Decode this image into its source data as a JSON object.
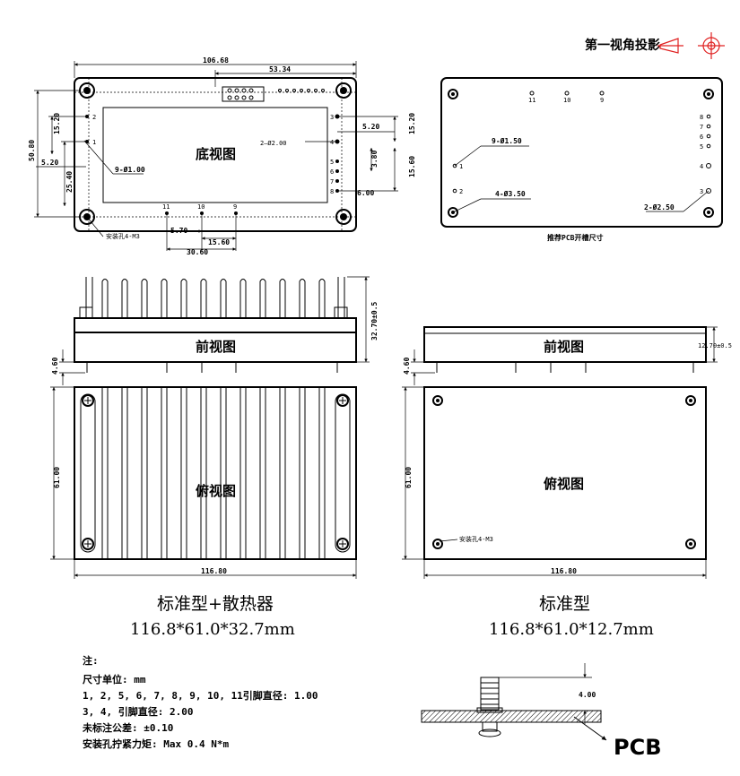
{
  "projection": {
    "label": "第一视角投影"
  },
  "bottom_view": {
    "title": "底视图",
    "dims": {
      "total_width": "106.68",
      "half_width": "53.34",
      "height": "50.80",
      "left_upper": "15.20",
      "left_mid": "5.20",
      "left_lower": "25.40",
      "pin_small": "5.70",
      "pin_mid": "15.60",
      "pin_wide": "30.60",
      "right_upper": "5.20",
      "right_upper2": "15.20",
      "right_mid": "3.80",
      "right_mid2": "15.60",
      "right_low": "6.00"
    },
    "labels": {
      "big_pins": "2—Ø2.00",
      "small_pins": "9-Ø1.00",
      "mount_hole": "安装孔4-M3"
    },
    "pins_left": [
      "1",
      "2"
    ],
    "pins_right": [
      "3",
      "4",
      "5",
      "6",
      "7",
      "8"
    ],
    "pins_bottom": [
      "11",
      "10",
      "9"
    ]
  },
  "pcb_layout": {
    "title": "推荐PCB开槽尺寸",
    "labels": {
      "small_holes": "9-Ø1.50",
      "mount_holes": "4-Ø3.50",
      "big_holes": "2-Ø2.50"
    },
    "top_pins": [
      "11",
      "10",
      "9"
    ],
    "right_pins": [
      "8",
      "7",
      "6",
      "5",
      "4",
      "3"
    ],
    "left_pins": [
      "1",
      "2"
    ]
  },
  "front_view_heatsink": {
    "title": "前视图",
    "height": "32.70±0.5",
    "pin_len": "4.60"
  },
  "front_view_standard": {
    "title": "前视图",
    "height": "12.70±0.5",
    "pin_len": "4.60"
  },
  "top_view_heatsink": {
    "title": "俯视图",
    "height": "61.00",
    "width": "116.80"
  },
  "top_view_standard": {
    "title": "俯视图",
    "height": "61.00",
    "width": "116.80",
    "mount_hole": "安装孔4-M3"
  },
  "captions": {
    "heatsink_name": "标准型+散热器",
    "heatsink_dims": "116.8*61.0*32.7mm",
    "standard_name": "标准型",
    "standard_dims": "116.8*61.0*12.7mm"
  },
  "notes": {
    "title": "注:",
    "lines": [
      "尺寸单位: mm",
      "1, 2, 5, 6, 7, 8, 9, 10, 11引脚直径: 1.00",
      "3, 4, 引脚直径: 2.00",
      "未标注公差: ±0.10",
      "安装孔拧紧力矩: Max 0.4 N*m"
    ]
  },
  "screw_detail": {
    "dim": "4.00",
    "pcb_label": "PCB"
  }
}
